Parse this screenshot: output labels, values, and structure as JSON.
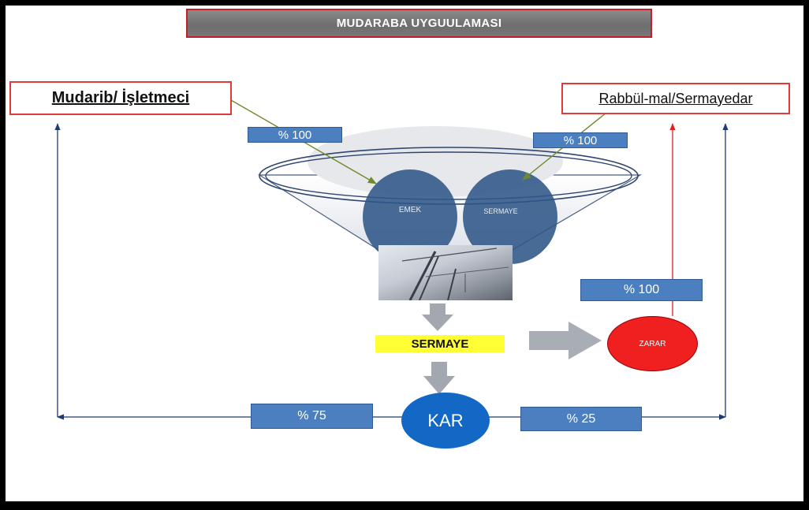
{
  "title": "MUDARABA UYGUULAMASI",
  "parties": {
    "mudarib": "Mudarib/ İşletmeci",
    "rabbul_mal": "Rabbül-mal/Sermayedar"
  },
  "funnel": {
    "labor_label": "EMEK",
    "capital_label": "SERMAYE"
  },
  "percentages": {
    "labor_share": "% 100",
    "capital_share": "% 100",
    "loss_share": "% 100",
    "profit_mudarib": "% 75",
    "profit_rabbul_mal": "% 25"
  },
  "center_label": "SERMAYE",
  "profit_label": "KAR",
  "loss_label": "ZARAR",
  "colors": {
    "title_fill": "#767676",
    "box_border": "#e23a3a",
    "percent_fill": "#4c7fc0",
    "funnel_circle": "#2f5788",
    "kar_fill": "#1268c4",
    "zarar_fill": "#f02020",
    "highlight": "#ffff33",
    "flow_arrow": "#1f3a6e",
    "loss_arrow": "#e02020"
  }
}
